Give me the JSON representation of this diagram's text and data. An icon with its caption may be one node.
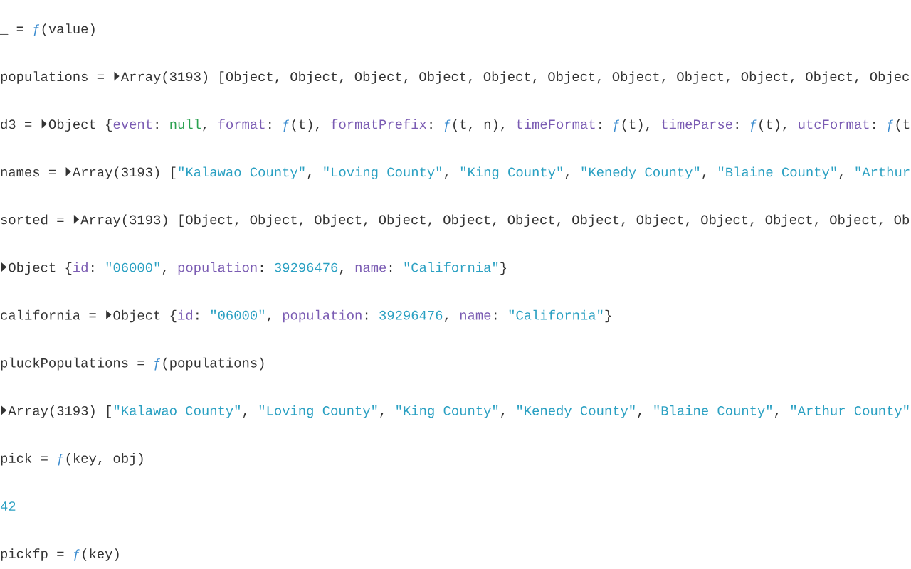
{
  "diagram": {
    "labels": [
      "_ =",
      "ƒ",
      "(value)",
      "populations =",
      "Array(3193) [Object, Object, Object, Object, Object, Object, Object, Object, Object, Object, Objec",
      "d3 =",
      "Object {",
      "event",
      ":",
      "null",
      ",",
      "format",
      ":",
      "ƒ",
      "(t),",
      "formatPrefix",
      ":",
      "ƒ",
      "(t, n),",
      "timeFormat",
      ":",
      "ƒ",
      "(t),",
      "timeParse",
      ":",
      "ƒ",
      "(t),",
      "utcFormat",
      ":",
      "ƒ",
      "(t",
      "names =",
      "Array(3193) [",
      "\"Kalawao County\"",
      ",",
      "\"Loving County\"",
      ",",
      "\"King County\"",
      ",",
      "\"Kenedy County\"",
      ",",
      "\"Blaine County\"",
      ",",
      "\"Arthur",
      "sorted =",
      "Array(3193) [Object, Object, Object, Object, Object, Object, Object, Object, Object, Object, Object, Ob",
      "Object {",
      "id",
      ":",
      "\"06000\"",
      ",",
      "population",
      ":",
      "39296476",
      ",",
      "name",
      ":",
      "\"California\"",
      "}",
      "california =",
      "Object {",
      "id",
      ":",
      "\"06000\"",
      ",",
      "population",
      ":",
      "39296476",
      ",",
      "name",
      ":",
      "\"California\"",
      "}",
      "pluckPopulations =",
      "ƒ",
      "(populations)",
      "Array(3193) [",
      "\"Kalawao County\"",
      ",",
      "\"Loving County\"",
      ",",
      "\"King County\"",
      ",",
      "\"Kenedy County\"",
      ",",
      "\"Blaine County\"",
      ",",
      "\"Arthur County\"",
      "pick =",
      "ƒ",
      "(key, obj)",
      "42",
      "pickfp =",
      "ƒ",
      "(key)"
    ]
  }
}
